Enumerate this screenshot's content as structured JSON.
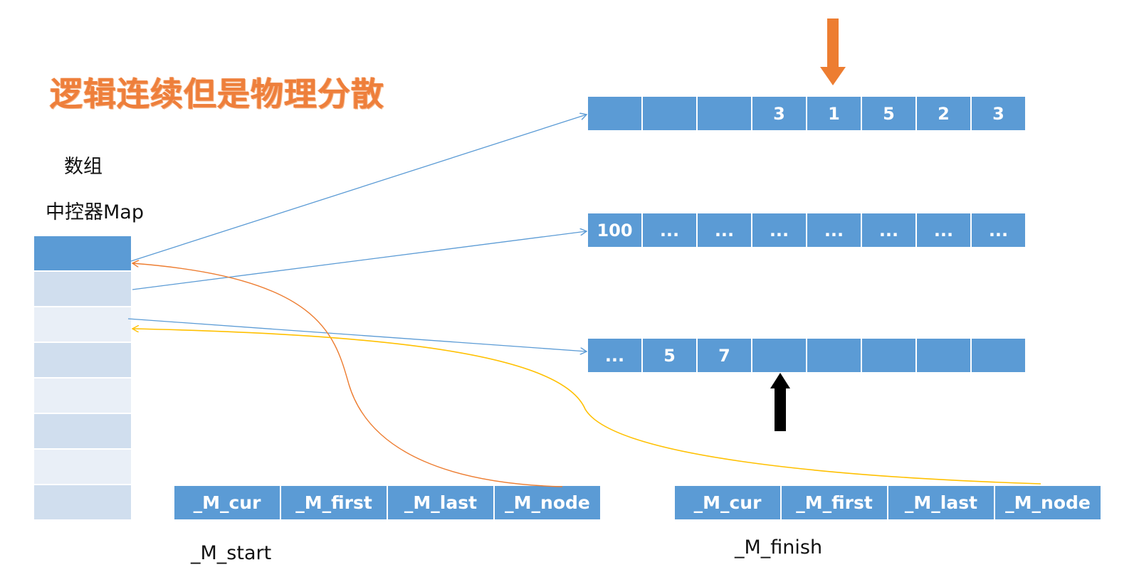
{
  "title": "逻辑连续但是物理分散",
  "labels": {
    "array": "数组",
    "controller": "中控器Map",
    "start": "_M_start",
    "finish": "_M_finish"
  },
  "map_cells": [
    "#5b9bd5",
    "#d0deee",
    "#e9eff7",
    "#d0deee",
    "#e9eff7",
    "#d0deee",
    "#e9eff7",
    "#d0deee"
  ],
  "buffers": [
    {
      "cells": [
        "",
        "",
        "",
        "3",
        "1",
        "5",
        "2",
        "3"
      ]
    },
    {
      "cells": [
        "100",
        "...",
        "...",
        "...",
        "...",
        "...",
        "...",
        "..."
      ]
    },
    {
      "cells": [
        "...",
        "5",
        "7",
        "",
        "",
        "",
        "",
        ""
      ]
    }
  ],
  "start_iterator": [
    "_M_cur",
    "_M_first",
    "_M_last",
    "_M_node"
  ],
  "finish_iterator": [
    "_M_cur",
    "_M_first",
    "_M_last",
    "_M_node"
  ],
  "colors": {
    "accent": "#5b9bd5",
    "title": "#ee7f3b",
    "orange_arrow": "#ed7d31",
    "black_arrow": "#000000",
    "start_link": "#ed7d31",
    "finish_link": "#ffc000"
  }
}
